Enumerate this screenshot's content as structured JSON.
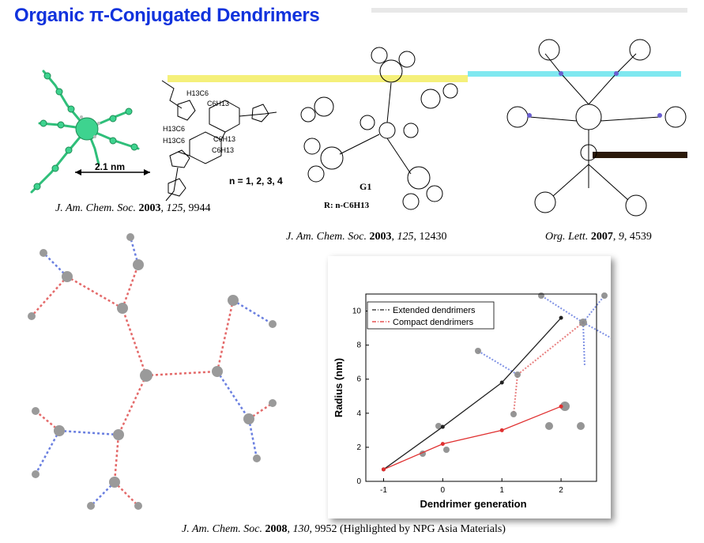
{
  "slide": {
    "title": "Organic π-Conjugated Dendrimers"
  },
  "references": [
    {
      "journal": "J. Am. Chem. Soc.",
      "year": "2003",
      "volume": "125",
      "page": "9944"
    },
    {
      "journal": "J. Am. Chem. Soc.",
      "year": "2003",
      "volume": "125",
      "page": "12430"
    },
    {
      "journal": "Org. Lett.",
      "year": "2007",
      "volume": "9",
      "page": "4539"
    },
    {
      "journal": "J. Am. Chem. Soc.",
      "year": "2008",
      "volume": "130",
      "page": "9952",
      "note": "(Highlighted by NPG Asia Materials)"
    }
  ],
  "figure_labels": {
    "distance": "2.1 nm",
    "repeat": "n = 1, 2, 3, 4",
    "gen": "G1",
    "r_group": "R: n-C6H13",
    "h13c6_a": "H13C6",
    "c6h13_a": "C6H13",
    "h13c6_b": "H13C6",
    "c6h13_b": "C6H13",
    "h13c6_c": "H13C6",
    "c6h13_c": "C6H13"
  },
  "colors": {
    "title": "#1133dd",
    "extended": "#222222",
    "compact": "#e03030",
    "molecule_green": "#2fbf7a",
    "molecule_blue": "#6a7fe0",
    "molecule_red": "#e46a6a"
  },
  "chart_data": {
    "type": "line",
    "title": "",
    "xlabel": "Dendrimer generation",
    "ylabel": "Radius (nm)",
    "xlim": [
      -1.3,
      2.6
    ],
    "ylim": [
      0,
      11
    ],
    "xticks": [
      -1,
      0,
      1,
      2
    ],
    "yticks": [
      0,
      2,
      4,
      6,
      8,
      10
    ],
    "grid": false,
    "legend_position": "top-left",
    "series": [
      {
        "name": "Extended dendrimers",
        "color": "#222222",
        "style": "dash-dot",
        "x": [
          -1,
          0,
          1,
          2
        ],
        "y": [
          0.7,
          3.2,
          5.8,
          9.6
        ]
      },
      {
        "name": "Compact dendrimers",
        "color": "#e03030",
        "style": "dash-dot",
        "x": [
          -1,
          0,
          1,
          2
        ],
        "y": [
          0.7,
          2.2,
          3.0,
          4.4
        ]
      }
    ]
  }
}
